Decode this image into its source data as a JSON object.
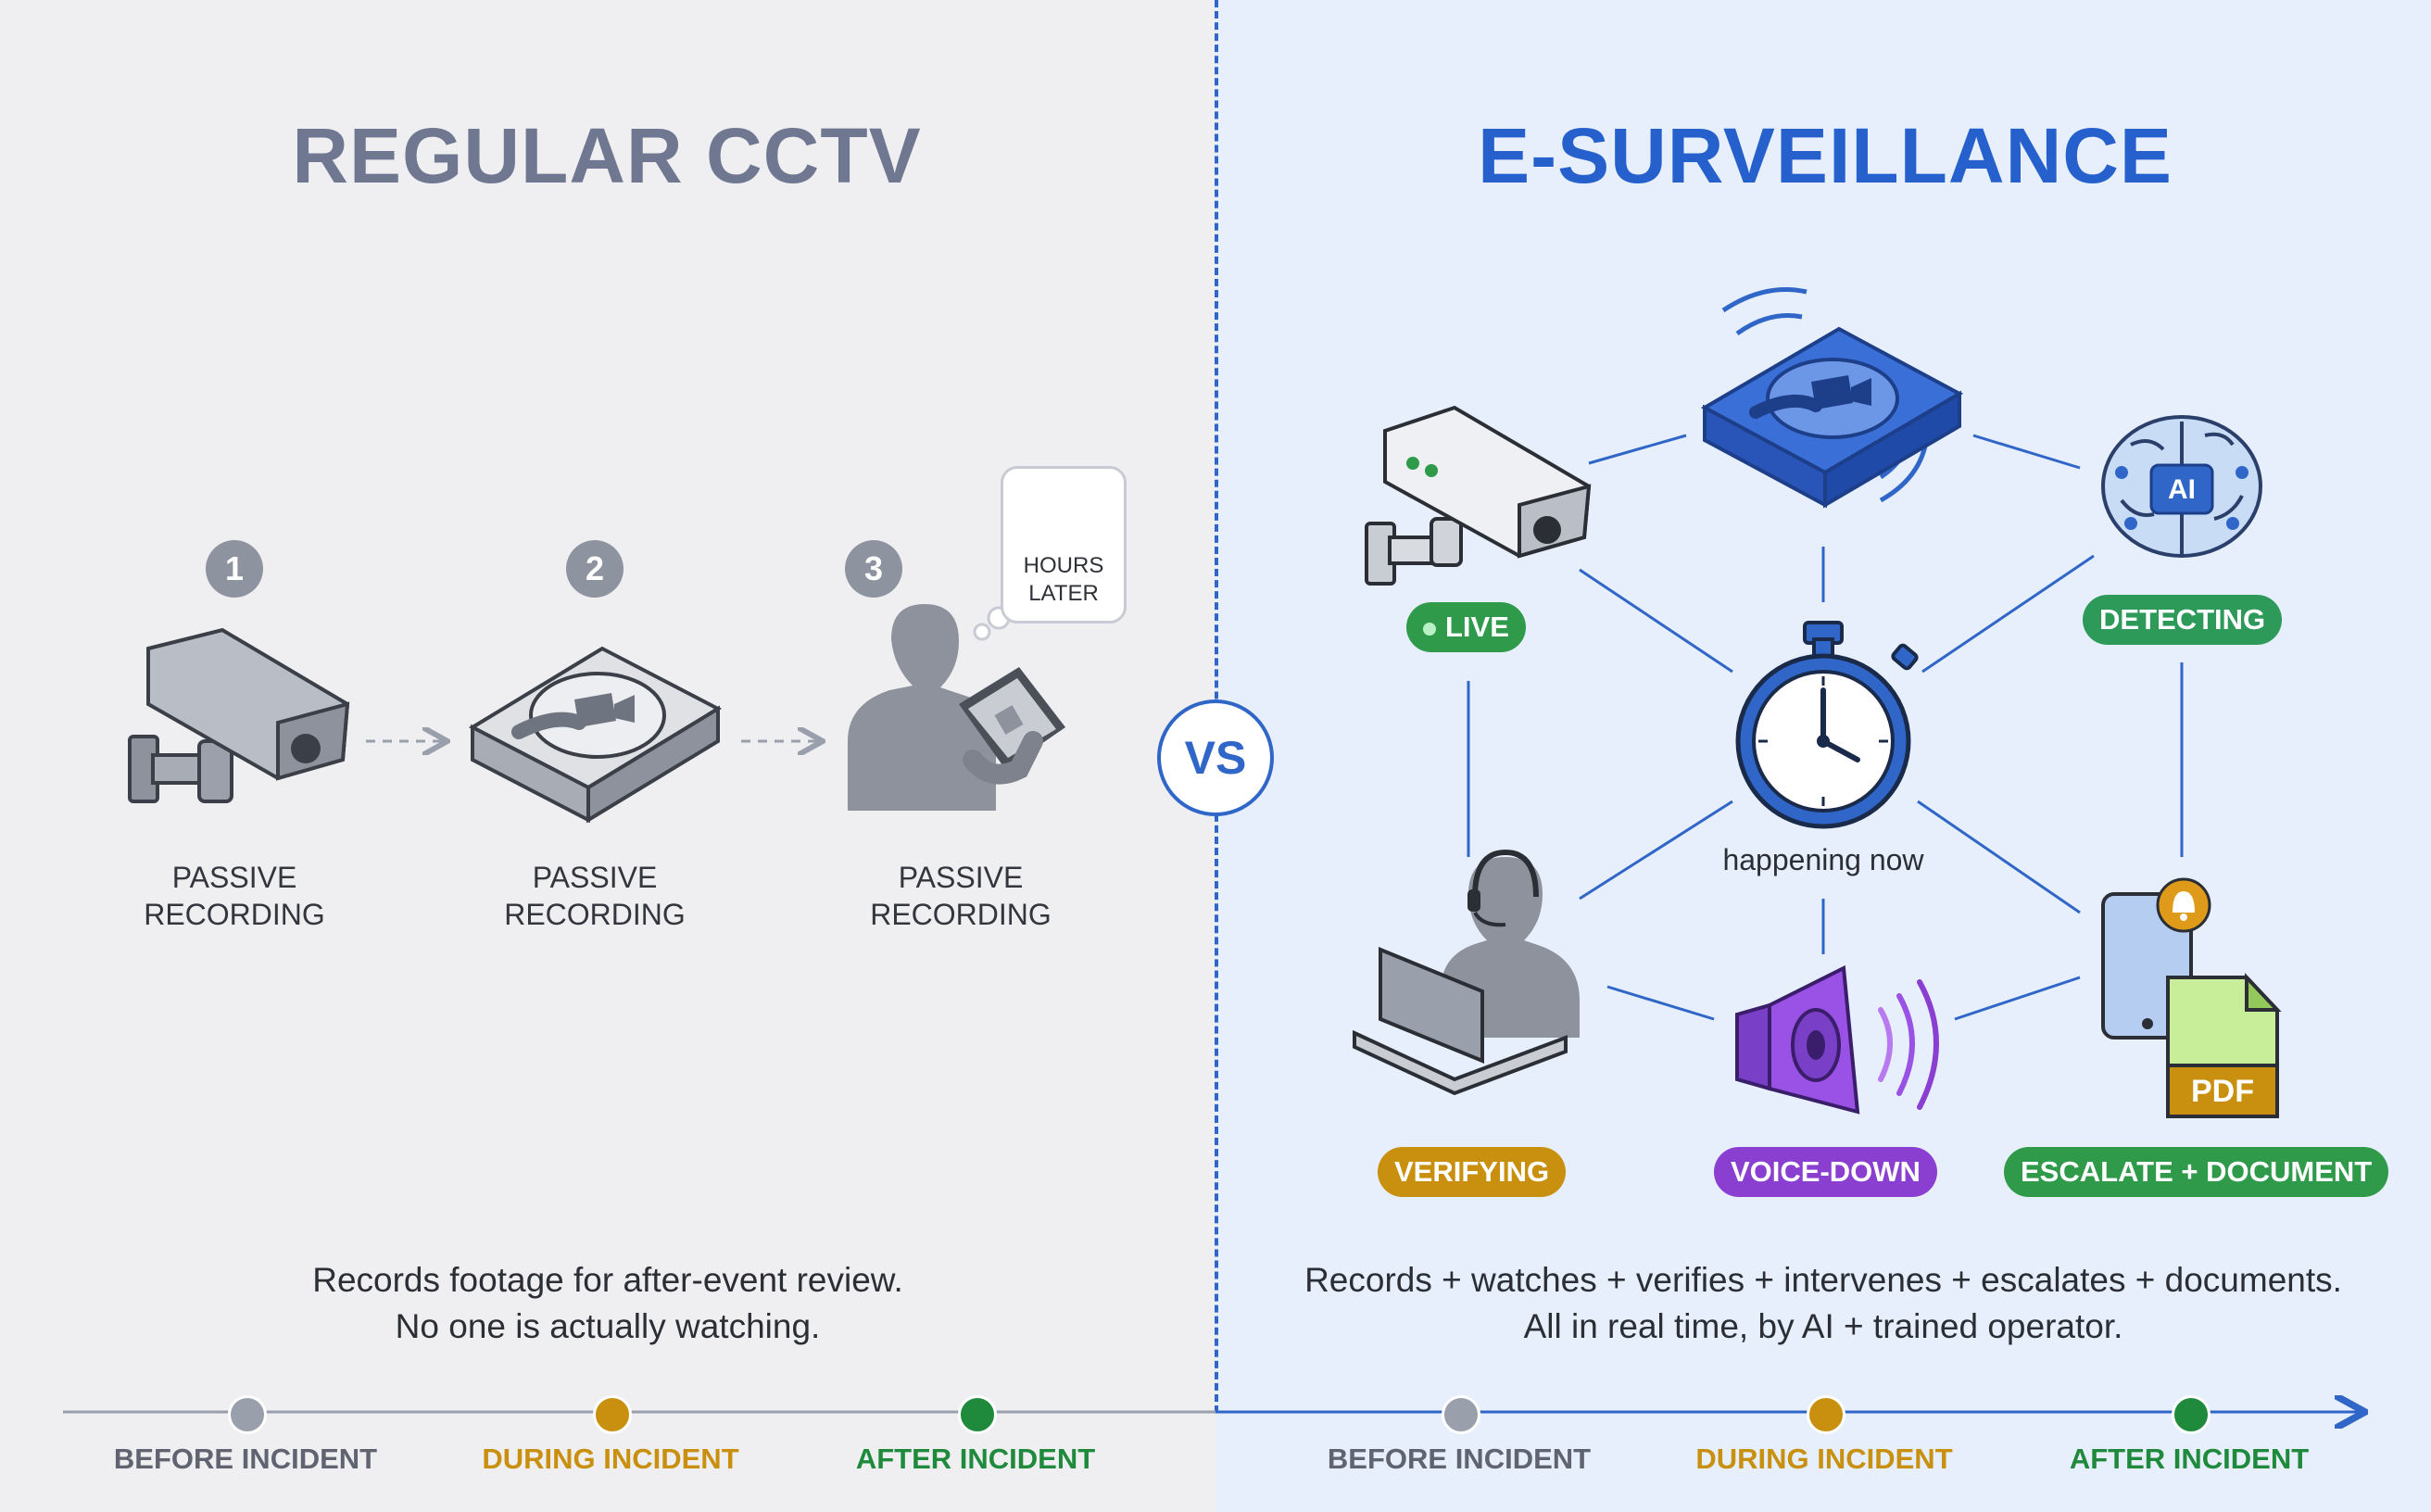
{
  "left": {
    "title": "REGULAR CCTV",
    "steps": [
      {
        "number": "1",
        "caption_line1": "PASSIVE",
        "caption_line2": "RECORDING"
      },
      {
        "number": "2",
        "caption_line1": "PASSIVE",
        "caption_line2": "RECORDING"
      },
      {
        "number": "3",
        "caption_line1": "PASSIVE",
        "caption_line2": "RECORDING"
      }
    ],
    "bubble_line1": "HOURS",
    "bubble_line2": "LATER",
    "description_line1": "Records footage for after-event review.",
    "description_line2": "No one is actually watching.",
    "timeline": [
      "BEFORE INCIDENT",
      "DURING INCIDENT",
      "AFTER INCIDENT"
    ]
  },
  "vs_label": "VS",
  "right": {
    "title": "E-SURVEILLANCE",
    "pills": {
      "live": "LIVE",
      "detecting": "DETECTING",
      "verifying": "VERIFYING",
      "voice_down": "VOICE-DOWN",
      "escalate": "ESCALATE + DOCUMENT"
    },
    "ai_badge": "AI",
    "pdf_badge": "PDF",
    "center_label": "happening now",
    "description_line1": "Records + watches + verifies + intervenes + escalates + documents.",
    "description_line2": "All in real time, by AI + trained operator.",
    "timeline": [
      "BEFORE INCIDENT",
      "DURING INCIDENT",
      "AFTER INCIDENT"
    ]
  },
  "colors": {
    "accent_blue": "#2f66c8",
    "live_green": "#2e9a4a",
    "detecting_green": "#2e9a5a",
    "verifying_orange": "#c8900e",
    "voice_purple": "#8a3fd0",
    "escalate_green": "#2e9a4a",
    "gray_dot": "#9aa0ab",
    "orange_dot": "#c8900e",
    "green_dot": "#1f8a3c"
  },
  "icons": [
    "cctv-camera-icon",
    "dvr-recorder-icon",
    "person-tablet-icon",
    "clock-icon",
    "brain-ai-icon",
    "stopwatch-icon",
    "operator-headset-icon",
    "speaker-icon",
    "phone-pdf-icon",
    "bell-icon"
  ]
}
